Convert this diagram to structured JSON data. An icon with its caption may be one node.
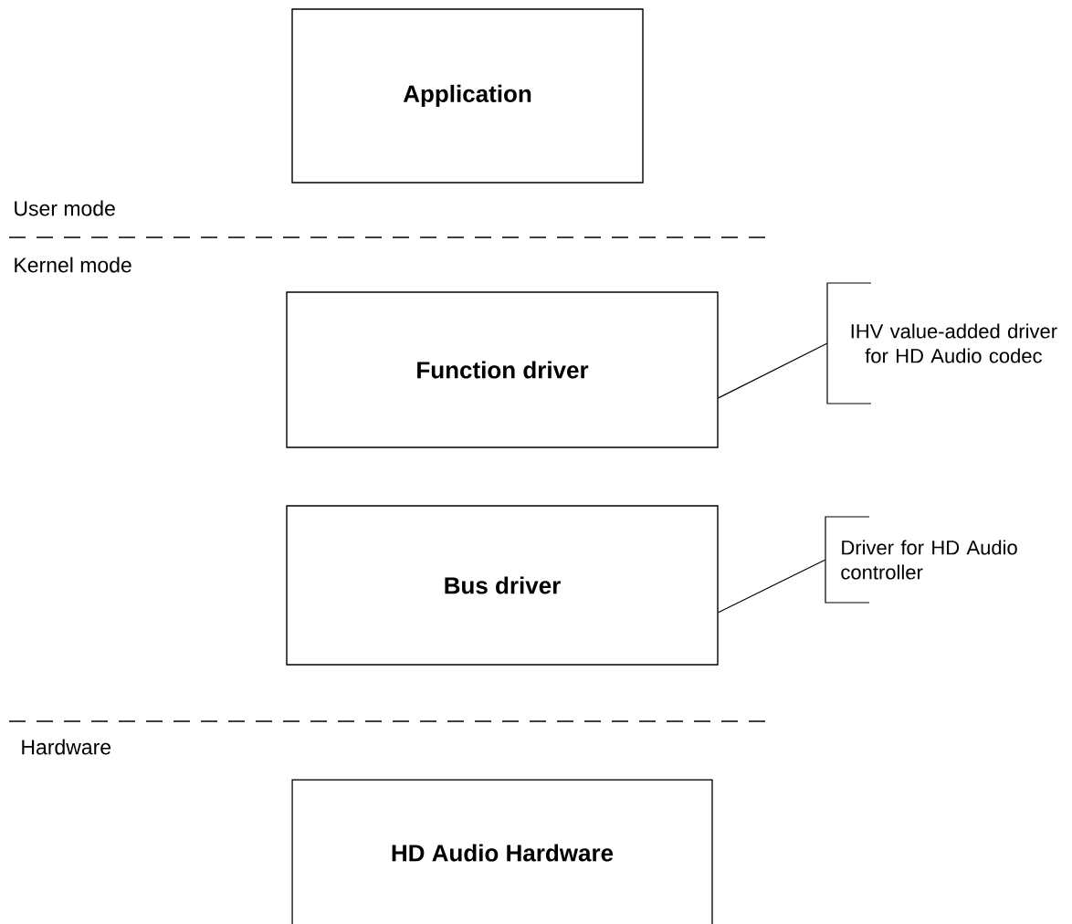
{
  "diagram": {
    "nodes": [
      {
        "text": [
          "Application"
        ]
      },
      {
        "text": [
          "Function driver"
        ]
      },
      {
        "text": [
          "Bus driver"
        ]
      },
      {
        "text": [
          "HD Audio Hardware"
        ]
      },
      {
        "text": [
          "IHV value-added driver for HD Audio codec"
        ]
      },
      {
        "text": [
          "Driver for HD Audio controller"
        ]
      }
    ],
    "edges": [
      {
        "from": 4,
        "to": 1,
        "arrow": "none"
      },
      {
        "from": 5,
        "to": 2,
        "arrow": "none"
      }
    ],
    "labels": [
      "User mode",
      "Kernel mode",
      "Hardware"
    ]
  }
}
